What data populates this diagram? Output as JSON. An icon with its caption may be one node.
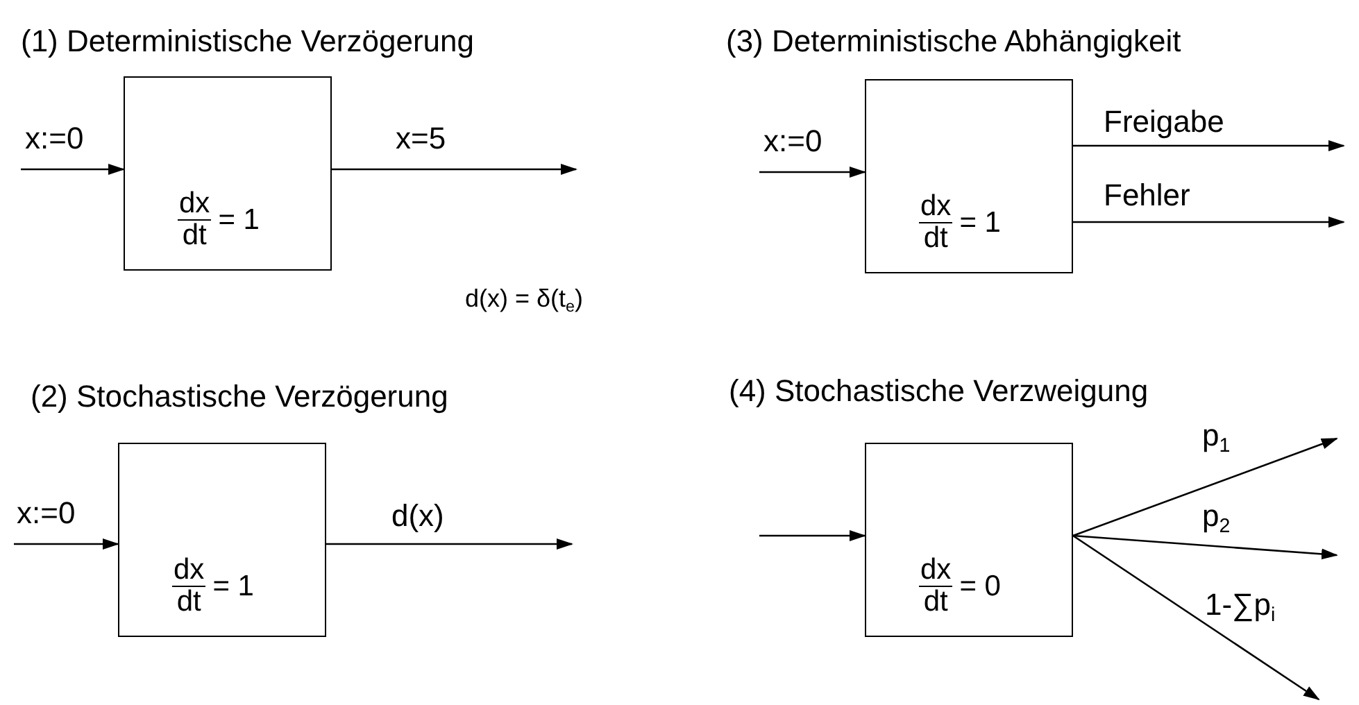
{
  "diagram": {
    "nodes": [
      {
        "text": [
          "dx",
          "dt",
          "= 1"
        ]
      },
      {
        "text": [
          "dx",
          "dt",
          "= 1"
        ]
      },
      {
        "text": [
          "dx",
          "dt",
          "= 1"
        ]
      },
      {
        "text": [
          "dx",
          "dt",
          "= 0"
        ]
      }
    ],
    "edges": [
      {
        "from": null,
        "to": 0,
        "arrow": "to",
        "label": "x:=0"
      },
      {
        "from": 0,
        "to": null,
        "arrow": "to",
        "label": "x=5"
      },
      {
        "from": null,
        "to": 1,
        "arrow": "to",
        "label": "x:=0"
      },
      {
        "from": 1,
        "to": null,
        "arrow": "to",
        "label": "Freigabe"
      },
      {
        "from": 1,
        "to": null,
        "arrow": "to",
        "label": "Fehler"
      },
      {
        "from": null,
        "to": 2,
        "arrow": "to",
        "label": "x:=0"
      },
      {
        "from": 2,
        "to": null,
        "arrow": "to",
        "label": "d(x)"
      },
      {
        "from": null,
        "to": 3,
        "arrow": "to"
      },
      {
        "from": 3,
        "to": null,
        "arrow": "to",
        "label": "p$_{1}$"
      },
      {
        "from": 3,
        "to": null,
        "arrow": "to",
        "label": "p$_{2}$"
      },
      {
        "from": 3,
        "to": null,
        "arrow": "to",
        "label": "1-∑p$_{i}$"
      }
    ],
    "labels": [
      "(1) Deterministische Verzögerung",
      "(3) Deterministische Abhängigkeit",
      "d(x) = δ(t$_{e}$)",
      "(2) Stochastische Verzögerung",
      "(4) Stochastische Verzweigung"
    ]
  }
}
